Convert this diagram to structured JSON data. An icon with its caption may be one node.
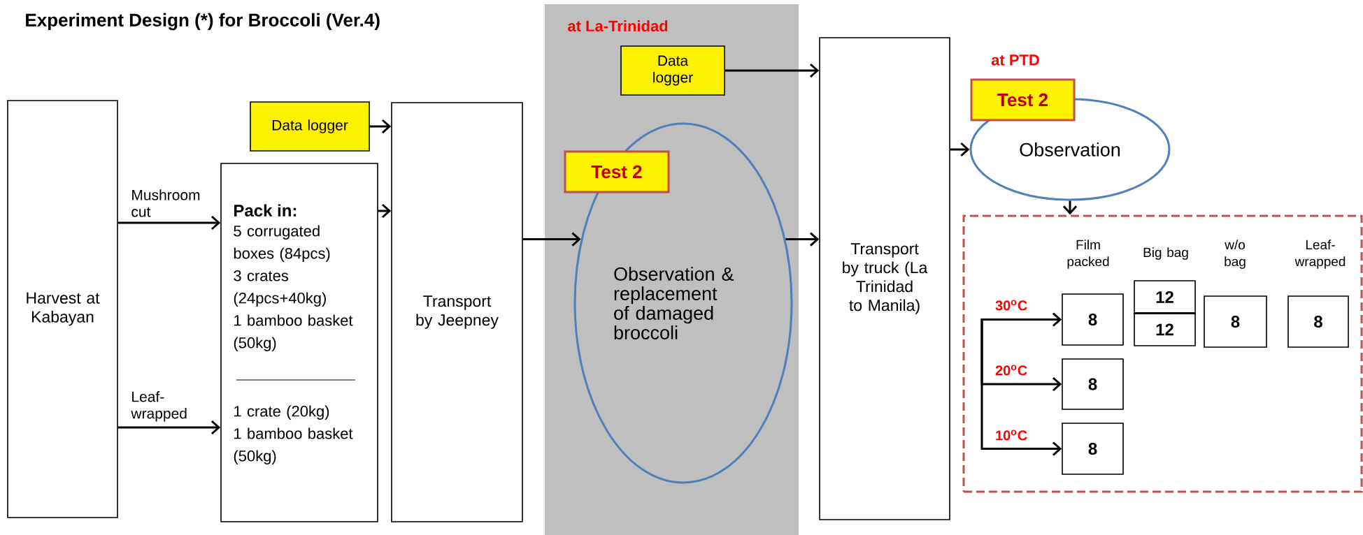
{
  "diagram": {
    "title": "Experiment Design (*) for Broccoli (Ver.4)",
    "nodes": [
      {
        "text": [
          "Harvest at Kabayan"
        ]
      },
      {
        "text": [
          "Data logger"
        ]
      },
      {
        "text": [
          "Pack in:",
          "5 corrugated boxes (84pcs)",
          "3 crates (24pcs+40kg)",
          "1 bamboo basket (50kg)",
          "1 crate (20kg)",
          "1 bamboo basket (50kg)"
        ]
      },
      {
        "text": [
          "Transport by Jeepney"
        ]
      },
      {
        "text": [
          "at La-Trinidad"
        ]
      },
      {
        "text": [
          "Data logger"
        ],
        "in": 4
      },
      {
        "text": [
          "Observation & replacement of damaged broccoli"
        ],
        "in": 4
      },
      {
        "text": [
          "Test 2"
        ],
        "in": 4
      },
      {
        "text": [
          "Transport by truck (La Trinidad to Manila)"
        ]
      },
      {
        "text": [
          "Test 2"
        ]
      },
      {
        "text": [
          "Observation"
        ]
      },
      {
        "text": [
          "Film packed",
          "Big bag",
          "w/o bag",
          "Leaf-wrapped"
        ]
      },
      {
        "text": [
          "8"
        ],
        "in": 11
      },
      {
        "text": [
          "12",
          "12"
        ],
        "in": 11
      },
      {
        "text": [
          "8"
        ],
        "in": 11
      },
      {
        "text": [
          "8"
        ],
        "in": 11
      },
      {
        "text": [
          "8"
        ],
        "in": 11
      },
      {
        "text": [
          "8"
        ],
        "in": 11
      }
    ],
    "edges": [
      {
        "from": 0,
        "to": 2,
        "arrow": "to",
        "label": "Mushroom cut"
      },
      {
        "from": 0,
        "to": 2,
        "arrow": "to",
        "label": "Leaf-wrapped"
      },
      {
        "from": 1,
        "to": 3,
        "arrow": "to"
      },
      {
        "from": 2,
        "to": 3,
        "arrow": "to"
      },
      {
        "from": 3,
        "to": 6,
        "arrow": "to"
      },
      {
        "from": 5,
        "to": 8,
        "arrow": "to"
      },
      {
        "from": 6,
        "to": 8,
        "arrow": "to"
      },
      {
        "from": 8,
        "to": 10,
        "arrow": "to"
      },
      {
        "from": 10,
        "to": 11,
        "arrow": "to"
      },
      {
        "from": null,
        "to": 12,
        "arrow": "to",
        "label": "30$^{o}$C"
      },
      {
        "from": null,
        "to": 16,
        "arrow": "to",
        "label": "20$^{o}$C"
      },
      {
        "from": null,
        "to": 17,
        "arrow": "to",
        "label": "10$^{o}$C"
      }
    ],
    "labels": [
      "at PTD"
    ]
  }
}
